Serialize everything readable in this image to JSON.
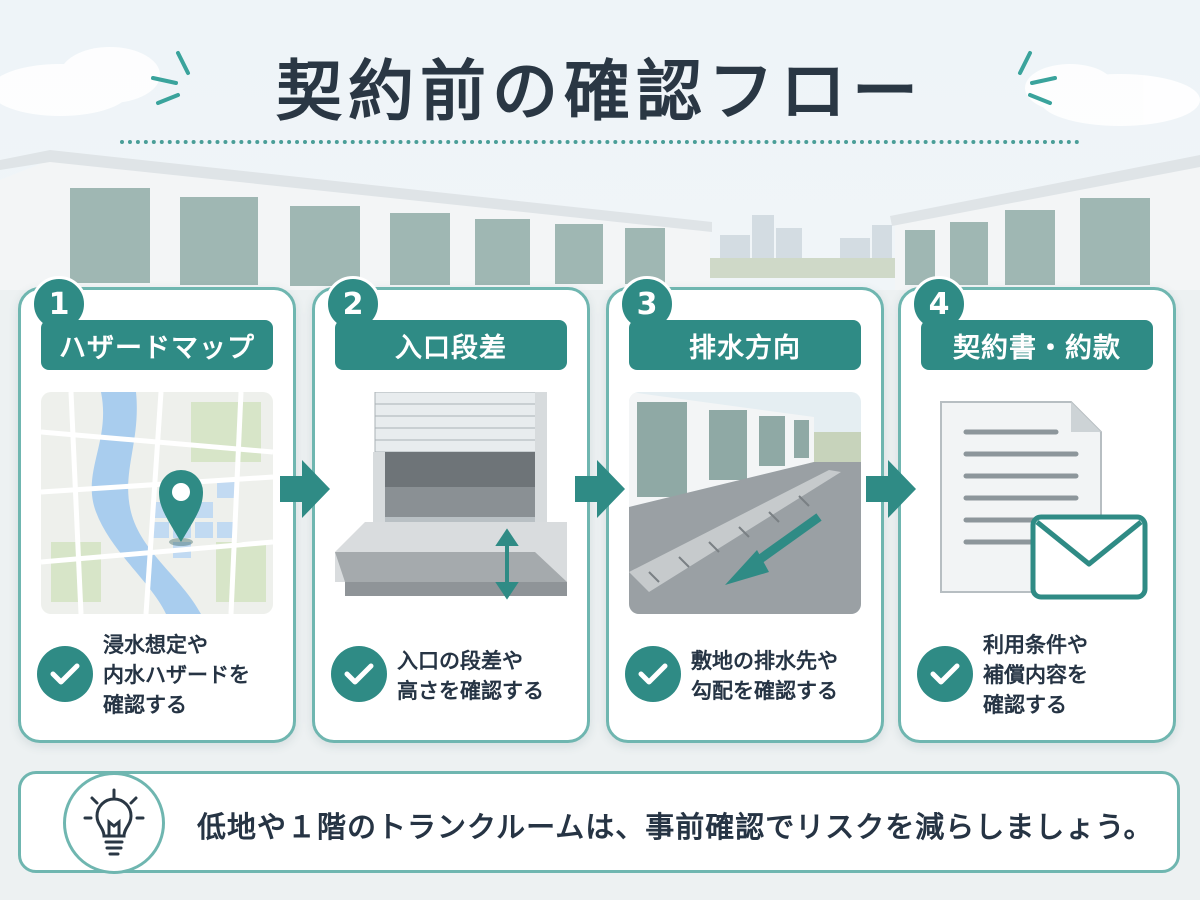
{
  "title": "契約前の確認フロー",
  "steps": [
    {
      "number": "1",
      "label": "ハザードマップ",
      "lines": [
        "浸水想定や",
        "内水ハザードを",
        "確認する"
      ],
      "icon": "map-pin-icon"
    },
    {
      "number": "2",
      "label": "入口段差",
      "lines": [
        "入口の段差や",
        "高さを確認する"
      ],
      "icon": "shutter-step-icon"
    },
    {
      "number": "3",
      "label": "排水方向",
      "lines": [
        "敷地の排水先や",
        "勾配を確認する"
      ],
      "icon": "drain-direction-icon"
    },
    {
      "number": "4",
      "label": "契約書・約款",
      "lines": [
        "利用条件や",
        "補償内容を",
        "確認する"
      ],
      "icon": "document-envelope-icon"
    }
  ],
  "tip": {
    "text": "低地や１階のトランクルームは、事前確認でリスクを減らしましょう。",
    "icon": "lightbulb-icon"
  },
  "colors": {
    "accent": "#2f8b85",
    "border": "#6fb6b0",
    "text": "#263444"
  }
}
